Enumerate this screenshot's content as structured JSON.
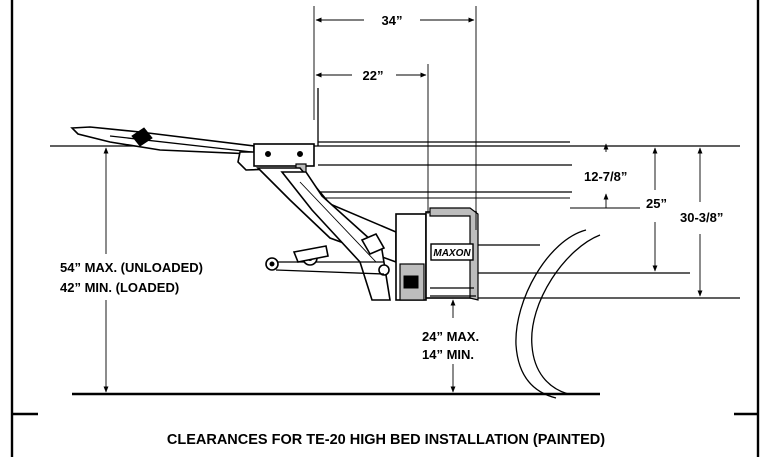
{
  "dimensions": {
    "overall_width": "34”",
    "inner_width": "22”",
    "deck_drop": "12-7/8”",
    "mid_drop": "25”",
    "full_drop": "30-3/8”",
    "bed_height_max": "54” MAX. (UNLOADED)",
    "bed_height_min": "42” MIN.  (LOADED)",
    "ground_clear_max": "24” MAX.",
    "ground_clear_min": "14” MIN."
  },
  "brand": "MAXON",
  "caption": "CLEARANCES FOR TE-20 HIGH BED INSTALLATION (PAINTED)"
}
